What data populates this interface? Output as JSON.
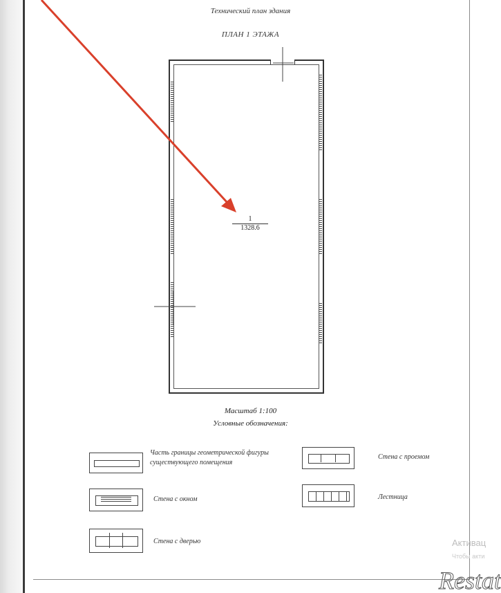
{
  "document": {
    "header": "Технический план здания",
    "plan_title": "ПЛАН 1 ЭТАЖА",
    "room": {
      "number": "1",
      "area": "1328.6"
    },
    "scale": "Масштаб 1:100",
    "legend_title": "Условные обозначения:",
    "legend": [
      {
        "icon": "wall-boundary-symbol",
        "label": "Часть границы геометрической фигуры существующего помещения"
      },
      {
        "icon": "wall-opening-symbol",
        "label": "Стена с проемом"
      },
      {
        "icon": "wall-window-symbol",
        "label": "Стена с окном"
      },
      {
        "icon": "stairs-symbol",
        "label": "Лестница"
      },
      {
        "icon": "wall-door-symbol",
        "label": "Стена с дверью"
      }
    ]
  },
  "overlay": {
    "arrow_color": "#d9402b",
    "watermark_line1": "Активац",
    "watermark_line2": "Чтобы акти",
    "logo_text": "Restate"
  }
}
